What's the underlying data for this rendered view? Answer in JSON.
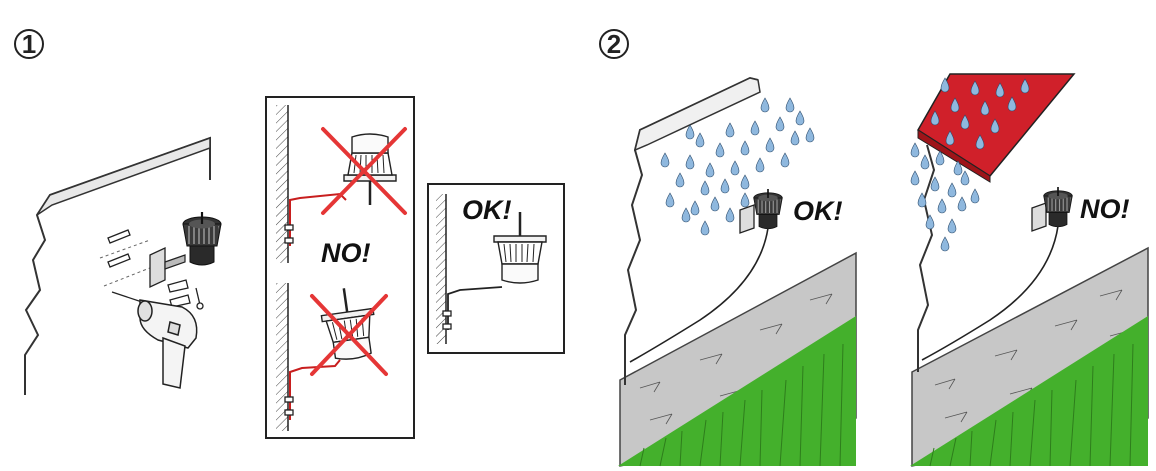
{
  "steps": [
    {
      "number": "1"
    },
    {
      "number": "2"
    }
  ],
  "labels": {
    "no_callout": "NO!",
    "ok_box": "OK!",
    "ok_rain": "OK!",
    "no_runoff": "NO!"
  },
  "colors": {
    "wrong_cross": "#e53636",
    "roof_red": "#d0202a",
    "rain_drop": "#8fb8de",
    "grass": "#44b02c",
    "pavement": "#c7c7c7",
    "cable_red": "#c81e1e"
  },
  "icons": [
    "drill-icon",
    "sensor-icon",
    "wall-icon",
    "screw-icon",
    "wall-plug-icon",
    "raindrop-icon",
    "roof-icon",
    "cross-icon"
  ]
}
